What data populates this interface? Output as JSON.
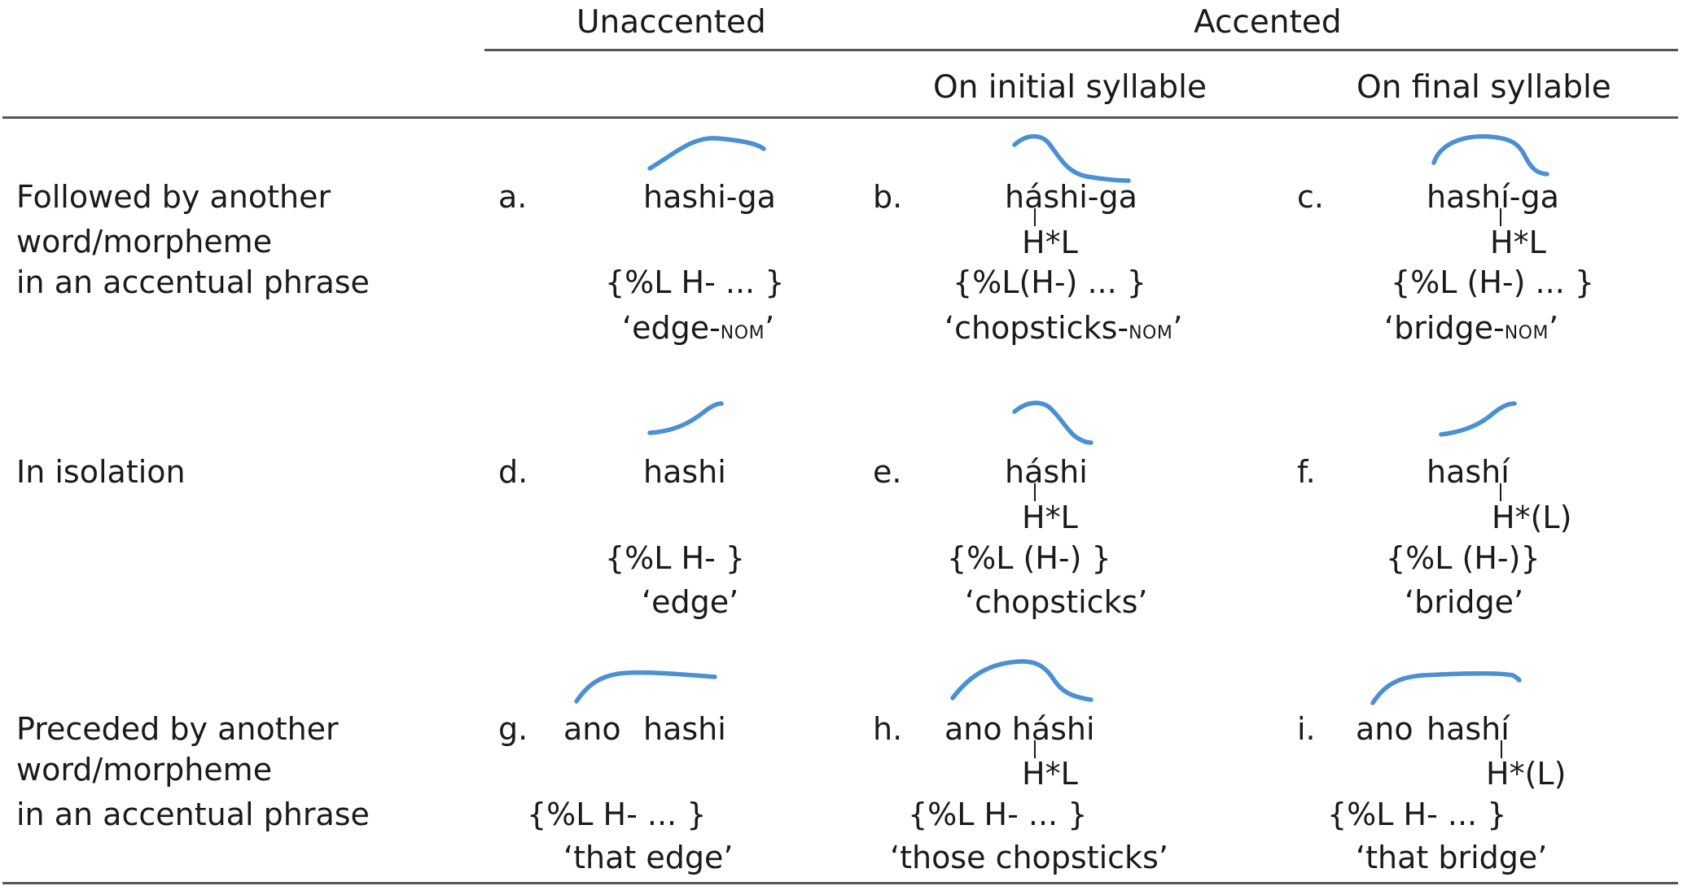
{
  "header": {
    "unaccented": "Unaccented",
    "accented": "Accented",
    "initial": "On initial syllable",
    "final": "On final syllable"
  },
  "rows": {
    "r1": [
      "Followed by another",
      "word/morpheme",
      "in an accentual phrase"
    ],
    "r2": [
      "In isolation"
    ],
    "r3": [
      "Preceded by another",
      "word/morpheme",
      "in an accentual phrase"
    ]
  },
  "cells": {
    "a": {
      "label": "a.",
      "word": "hashi-ga",
      "tones": "{%L H-       ... }",
      "gloss_pre": "‘edge-",
      "gloss_sc": "nom",
      "gloss_post": "’"
    },
    "b": {
      "label": "b.",
      "word": "háshi-ga",
      "accent": "H*L",
      "tones": "{%L(H-)      ... }",
      "gloss_pre": "‘chopsticks-",
      "gloss_sc": "nom",
      "gloss_post": "’"
    },
    "c": {
      "label": "c.",
      "word": "hashí-ga",
      "accent": "H*L",
      "tones": "{%L (H-)     ... }",
      "gloss_pre": "‘bridge-",
      "gloss_sc": "nom",
      "gloss_post": "’"
    },
    "d": {
      "label": "d.",
      "word": "hashi",
      "tones": "{%L H- }",
      "gloss": "‘edge’"
    },
    "e": {
      "label": "e.",
      "word": "háshi",
      "accent": "H*L",
      "tones": "{%L (H-)  }",
      "gloss": "‘chopsticks’"
    },
    "f": {
      "label": "f.",
      "word": "hashí",
      "accent": "H*(L)",
      "tones": "{%L  (H-)}",
      "gloss": "‘bridge’"
    },
    "g": {
      "label": "g.",
      "word1": "ano",
      "word2": "hashi",
      "tones": "{%L  H-          ... }",
      "gloss": "‘that edge’"
    },
    "h": {
      "label": "h.",
      "word": "ano háshi",
      "accent": "H*L",
      "tones": "{%L  H-          ... }",
      "gloss": "‘those chopsticks’"
    },
    "i": {
      "label": "i.",
      "word1": "ano",
      "word2": "hashí",
      "accent": "H*(L)",
      "tones": "{%L  H-          ... }",
      "gloss": "‘that bridge’"
    }
  },
  "colors": {
    "contour": "#4a90d2",
    "rule": "#555555",
    "text": "#1a1a1a"
  }
}
